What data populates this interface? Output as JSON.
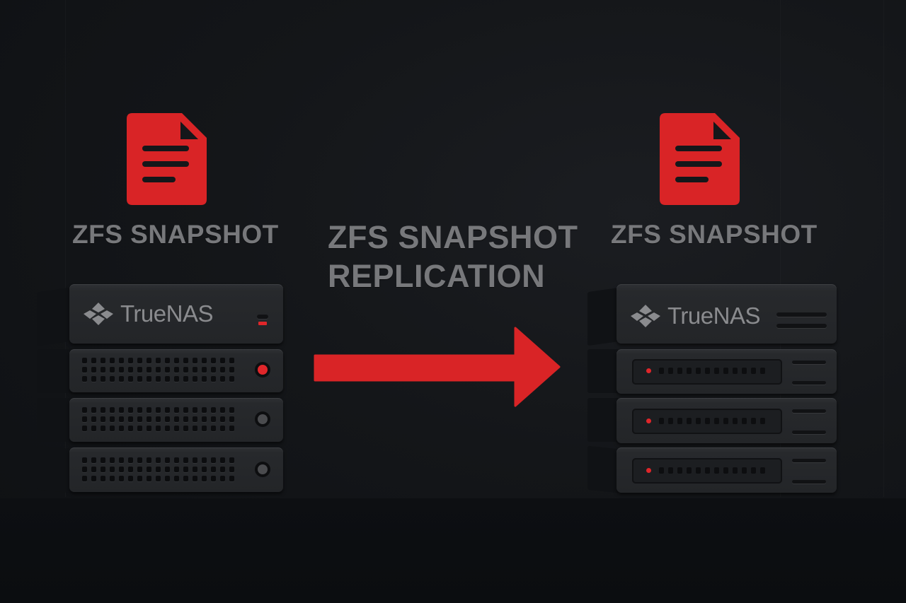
{
  "diagram": {
    "title_lines": [
      "ZFS SNAPSHOT",
      "REPLICATION"
    ],
    "source": {
      "snapshot_label": "ZFS SNAPSHOT",
      "icon": "document-icon",
      "server": {
        "brand": "TrueNAS",
        "units": 3,
        "status_led": "red",
        "unit_buttons": [
          "red",
          "gray",
          "gray"
        ]
      }
    },
    "target": {
      "snapshot_label": "ZFS SNAPSHOT",
      "icon": "document-icon",
      "server": {
        "brand": "TrueNAS",
        "units": 3,
        "unit_leds": [
          "red",
          "red",
          "red"
        ]
      }
    },
    "flow": {
      "direction": "source-to-target",
      "icon": "arrow-right-icon"
    }
  },
  "colors": {
    "accent_red": "#d92426",
    "label_gray": "#77787b",
    "background": "#141619",
    "server_body": "#27292c"
  }
}
